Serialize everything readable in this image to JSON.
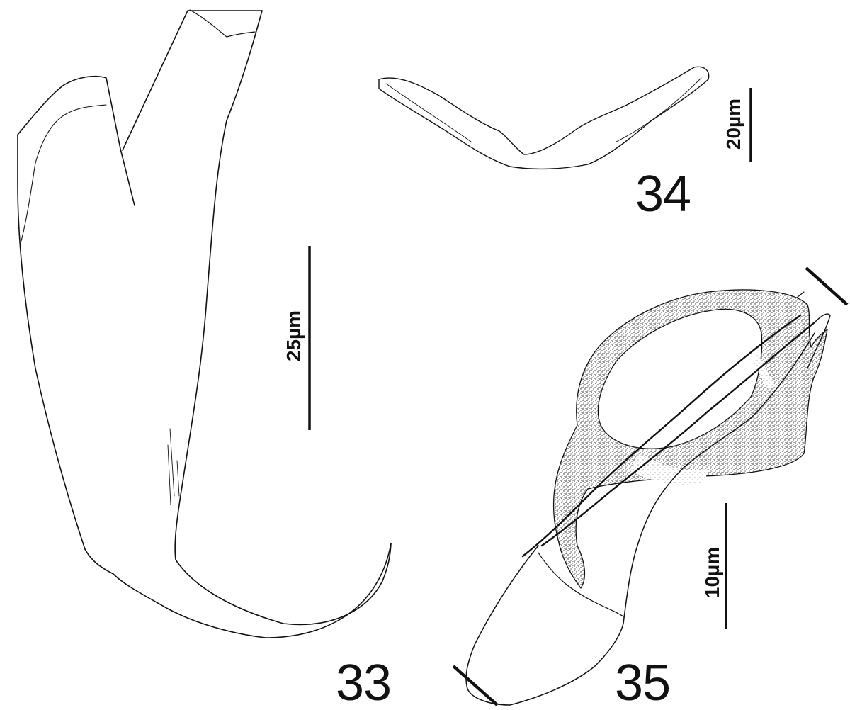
{
  "figures": [
    {
      "number": "33",
      "scale_bar": "25µm"
    },
    {
      "number": "34",
      "scale_bar": "20µm"
    },
    {
      "number": "35",
      "scale_bar": "10µm"
    }
  ],
  "colors": {
    "ink": "#111111",
    "background": "#ffffff"
  }
}
